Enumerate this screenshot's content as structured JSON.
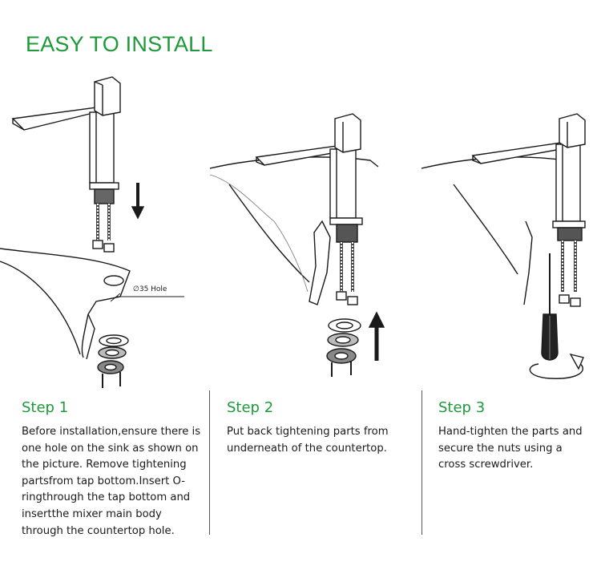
{
  "page": {
    "title": "EASY TO INSTALL",
    "accent_color": "#1e9a3a",
    "hole_label": "∅35 Hole"
  },
  "steps": [
    {
      "title": "Step 1",
      "text": "Before installation,ensure there is one hole on the sink as shown on the picture. Remove tightening partsfrom tap bottom.Insert O-ringthrough the tap bottom and insertthe mixer main body through the countertop hole."
    },
    {
      "title": "Step 2",
      "text": "Put back tightening parts from underneath of the countertop."
    },
    {
      "title": "Step 3",
      "text": "Hand-tighten the parts and secure the nuts using a cross screwdriver."
    }
  ],
  "icons": [
    "arrow-down-icon",
    "arrow-up-icon",
    "rotate-arrow-icon",
    "screwdriver-icon"
  ]
}
